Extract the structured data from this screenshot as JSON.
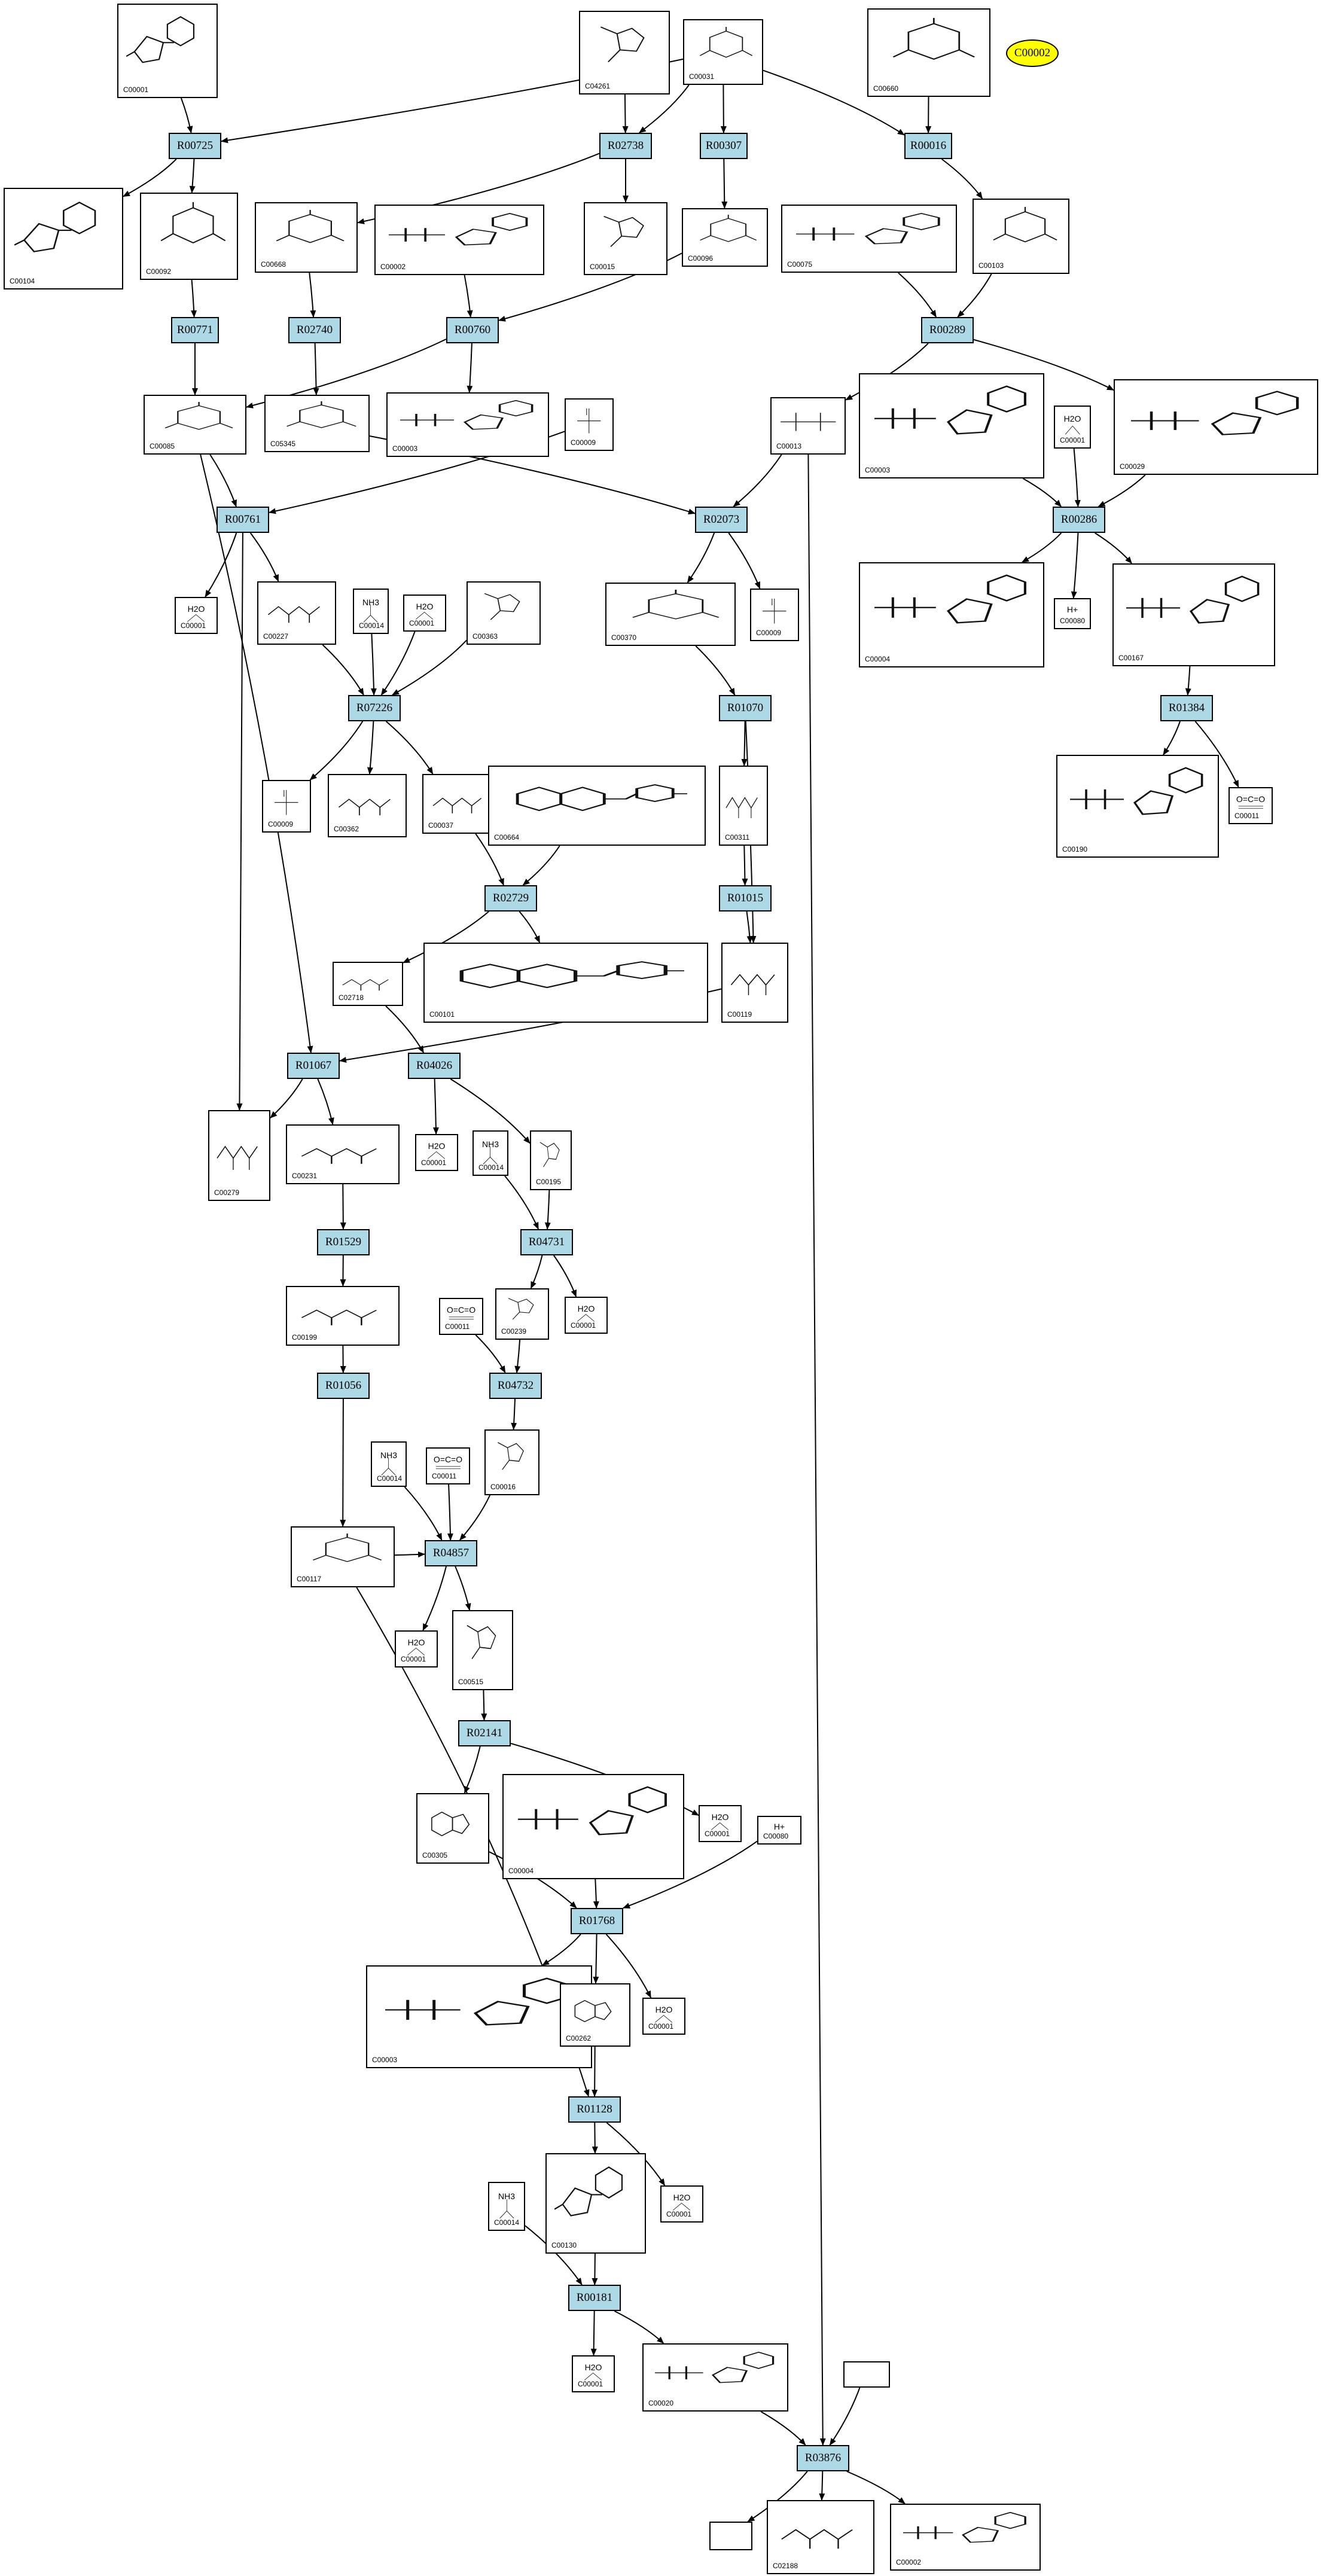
{
  "reactions": [
    {
      "key": "R00725",
      "label": "R00725"
    },
    {
      "key": "R02738",
      "label": "R02738"
    },
    {
      "key": "R00307",
      "label": "R00307"
    },
    {
      "key": "R00016",
      "label": "R00016"
    },
    {
      "key": "R00771",
      "label": "R00771"
    },
    {
      "key": "R02740",
      "label": "R02740"
    },
    {
      "key": "R00760",
      "label": "R00760"
    },
    {
      "key": "R00289",
      "label": "R00289"
    },
    {
      "key": "R00761",
      "label": "R00761"
    },
    {
      "key": "R02073",
      "label": "R02073"
    },
    {
      "key": "R00286",
      "label": "R00286"
    },
    {
      "key": "R07226",
      "label": "R07226"
    },
    {
      "key": "R01070",
      "label": "R01070"
    },
    {
      "key": "R01384",
      "label": "R01384"
    },
    {
      "key": "R02729",
      "label": "R02729"
    },
    {
      "key": "R01015",
      "label": "R01015"
    },
    {
      "key": "R01067",
      "label": "R01067"
    },
    {
      "key": "R04026",
      "label": "R04026"
    },
    {
      "key": "R01529",
      "label": "R01529"
    },
    {
      "key": "R04731",
      "label": "R04731"
    },
    {
      "key": "R01056",
      "label": "R01056"
    },
    {
      "key": "R04732",
      "label": "R04732"
    },
    {
      "key": "R04857",
      "label": "R04857"
    },
    {
      "key": "R02141",
      "label": "R02141"
    },
    {
      "key": "R01768",
      "label": "R01768"
    },
    {
      "key": "R01128",
      "label": "R01128"
    },
    {
      "key": "R00181",
      "label": "R00181"
    },
    {
      "key": "R03876",
      "label": "R03876"
    }
  ],
  "compounds": [
    {
      "key": "c_00001",
      "label": "C00001"
    },
    {
      "key": "c_04261",
      "label": "C04261"
    },
    {
      "key": "c_00031",
      "label": "C00031"
    },
    {
      "key": "c_00660",
      "label": "C00660"
    },
    {
      "key": "c_00104",
      "label": "C00104"
    },
    {
      "key": "c_00092",
      "label": "C00092"
    },
    {
      "key": "c_00668",
      "label": "C00668"
    },
    {
      "key": "c_00002a",
      "label": "C00002"
    },
    {
      "key": "c_00015",
      "label": "C00015"
    },
    {
      "key": "c_00096",
      "label": "C00096"
    },
    {
      "key": "c_00075",
      "label": "C00075"
    },
    {
      "key": "c_00103",
      "label": "C00103"
    },
    {
      "key": "c_00085",
      "label": "C00085"
    },
    {
      "key": "c_05345",
      "label": "C05345"
    },
    {
      "key": "c_00003a",
      "label": "C00003"
    },
    {
      "key": "c_00009a",
      "label": "C00009"
    },
    {
      "key": "c_00013",
      "label": "C00013"
    },
    {
      "key": "c_00003b",
      "label": "C00003"
    },
    {
      "key": "c_00001w1",
      "label": "C00001"
    },
    {
      "key": "c_00029",
      "label": "C00029"
    },
    {
      "key": "c_00001w2",
      "label": "C00001"
    },
    {
      "key": "c_00227",
      "label": "C00227"
    },
    {
      "key": "c_00014a",
      "label": "C00014"
    },
    {
      "key": "c_00001w3",
      "label": "C00001"
    },
    {
      "key": "c_00363",
      "label": "C00363"
    },
    {
      "key": "c_00370",
      "label": "C00370"
    },
    {
      "key": "c_00009b",
      "label": "C00009"
    },
    {
      "key": "c_00004a",
      "label": "C00004"
    },
    {
      "key": "c_00080a",
      "label": "C00080"
    },
    {
      "key": "c_00167",
      "label": "C00167"
    },
    {
      "key": "c_00009c",
      "label": "C00009"
    },
    {
      "key": "c_00362",
      "label": "C00362"
    },
    {
      "key": "c_00037",
      "label": "C00037"
    },
    {
      "key": "c_00664",
      "label": "C00664"
    },
    {
      "key": "c_00311",
      "label": "C00311"
    },
    {
      "key": "c_00190",
      "label": "C00190"
    },
    {
      "key": "c_00011a",
      "label": "C00011"
    },
    {
      "key": "c_02718",
      "label": "C02718"
    },
    {
      "key": "c_00101",
      "label": "C00101"
    },
    {
      "key": "c_00119",
      "label": "C00119"
    },
    {
      "key": "c_00279",
      "label": "C00279"
    },
    {
      "key": "c_00231",
      "label": "C00231"
    },
    {
      "key": "c_00001w4",
      "label": "C00001"
    },
    {
      "key": "c_00014b",
      "label": "C00014"
    },
    {
      "key": "c_00195",
      "label": "C00195"
    },
    {
      "key": "c_00199",
      "label": "C00199"
    },
    {
      "key": "c_00011b",
      "label": "C00011"
    },
    {
      "key": "c_00239",
      "label": "C00239"
    },
    {
      "key": "c_00001w5",
      "label": "C00001"
    },
    {
      "key": "c_00014c",
      "label": "C00014"
    },
    {
      "key": "c_00011c",
      "label": "C00011"
    },
    {
      "key": "c_00016",
      "label": "C00016"
    },
    {
      "key": "c_00117",
      "label": "C00117"
    },
    {
      "key": "c_00001w6",
      "label": "C00001"
    },
    {
      "key": "c_00515",
      "label": "C00515"
    },
    {
      "key": "c_00305",
      "label": "C00305"
    },
    {
      "key": "c_00004b",
      "label": "C00004"
    },
    {
      "key": "c_00001w7",
      "label": "C00001"
    },
    {
      "key": "c_00080b",
      "label": "C00080"
    },
    {
      "key": "c_00003c",
      "label": "C00003"
    },
    {
      "key": "c_00262",
      "label": "C00262"
    },
    {
      "key": "c_00001w8",
      "label": "C00001"
    },
    {
      "key": "c_00130",
      "label": "C00130"
    },
    {
      "key": "c_00001w9",
      "label": "C00001"
    },
    {
      "key": "c_00014d",
      "label": "C00014"
    },
    {
      "key": "c_00001w10",
      "label": "C00001"
    },
    {
      "key": "c_00020",
      "label": "C00020"
    },
    {
      "key": "c_blank1",
      "label": ""
    },
    {
      "key": "c_blank2",
      "label": ""
    },
    {
      "key": "c_02188",
      "label": "C02188"
    },
    {
      "key": "c_00002b",
      "label": "C00002"
    }
  ],
  "highlight": {
    "label": "C00002",
    "color": "#ffff00"
  },
  "colors": {
    "reaction_fill": "#add8e6",
    "highlight_fill": "#ffff00",
    "edge": "#000000"
  },
  "symbols": {
    "water": "H2O",
    "proton": "H+",
    "ammonia": "NH3",
    "co2": "O=C=O",
    "phosphate": "HO-P(=O)(OH)-OH",
    "pyrophosphate": "P-O-P"
  }
}
